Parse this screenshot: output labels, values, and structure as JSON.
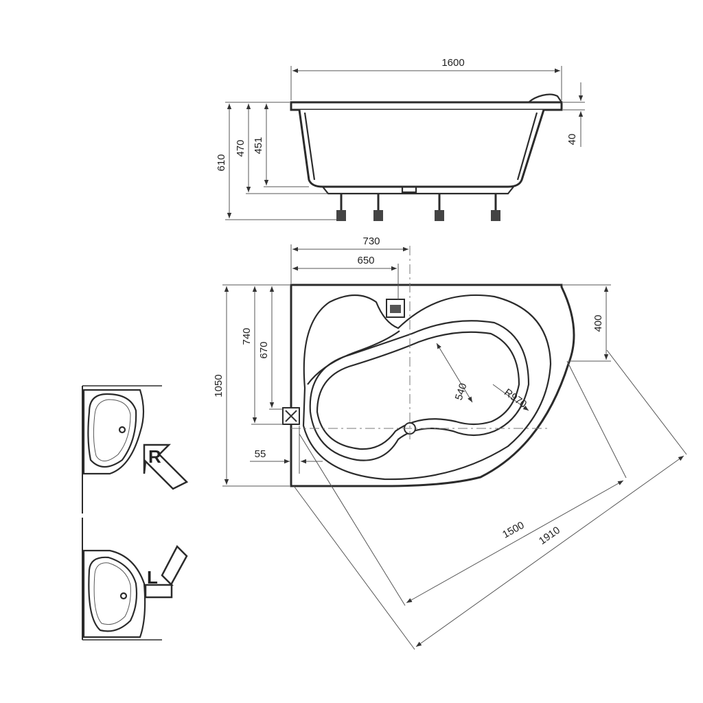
{
  "dimensions": {
    "side_view": {
      "length": "1600",
      "total_height": "610",
      "height_470": "470",
      "height_451": "451",
      "rim_height": "40"
    },
    "top_view": {
      "width_730": "730",
      "width_650": "650",
      "depth": "1050",
      "depth_740": "740",
      "depth_670": "670",
      "offset_55": "55",
      "corner_400": "400",
      "reach_540": "540",
      "radius": "R970",
      "diag_1500": "1500",
      "diag_1910": "1910"
    }
  },
  "variants": {
    "right_letter": "R",
    "left_letter": "L"
  }
}
